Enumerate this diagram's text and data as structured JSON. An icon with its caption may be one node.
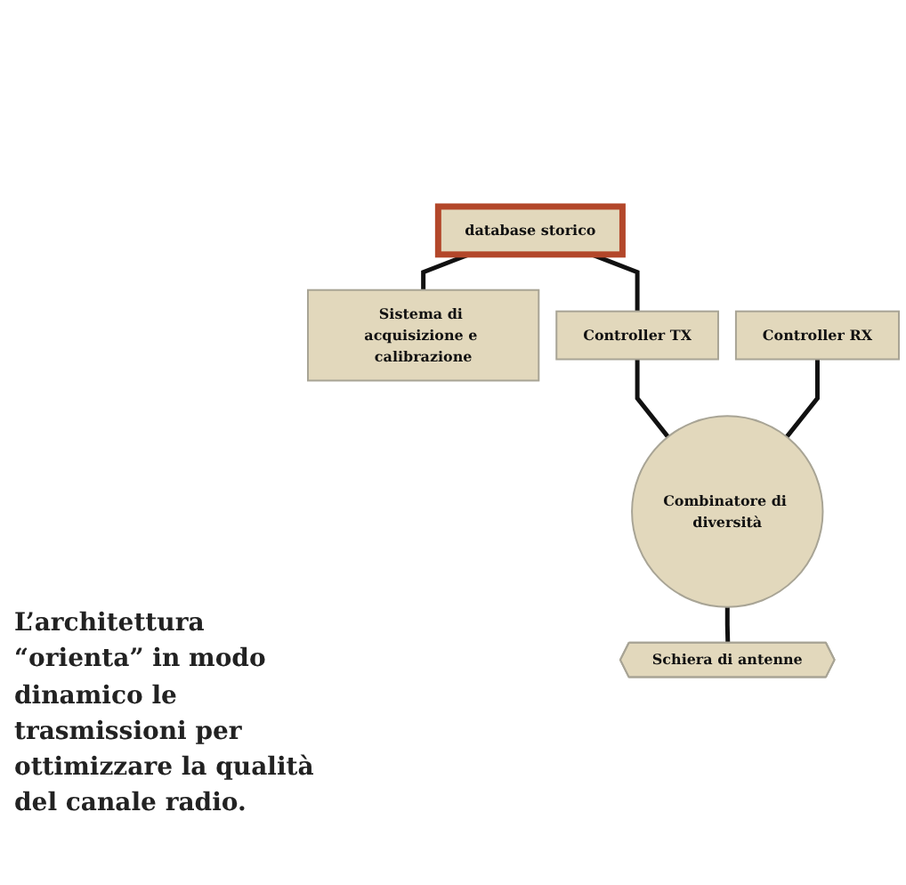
{
  "diagram": {
    "caption": "L’architettura “orienta” in modo dinamico le trasmissioni per ottimizzare la qualità del canale radio.",
    "nodes": [
      {
        "text": [
          "database storico"
        ]
      },
      {
        "text": [
          "Sistema di acquisizione e calibrazione"
        ]
      },
      {
        "text": [
          "Controller TX"
        ]
      },
      {
        "text": [
          "Controller RX"
        ]
      },
      {
        "text": [
          "Combinatore di diversità"
        ]
      },
      {
        "text": [
          "Schiera di antenne"
        ]
      }
    ],
    "edges": [
      {
        "from": 0,
        "to": 1,
        "arrow": "none"
      },
      {
        "from": 0,
        "to": 2,
        "arrow": "none"
      },
      {
        "from": 2,
        "to": 4,
        "arrow": "none"
      },
      {
        "from": 3,
        "to": 4,
        "arrow": "none"
      },
      {
        "from": 4,
        "to": 5,
        "arrow": "none"
      }
    ]
  }
}
